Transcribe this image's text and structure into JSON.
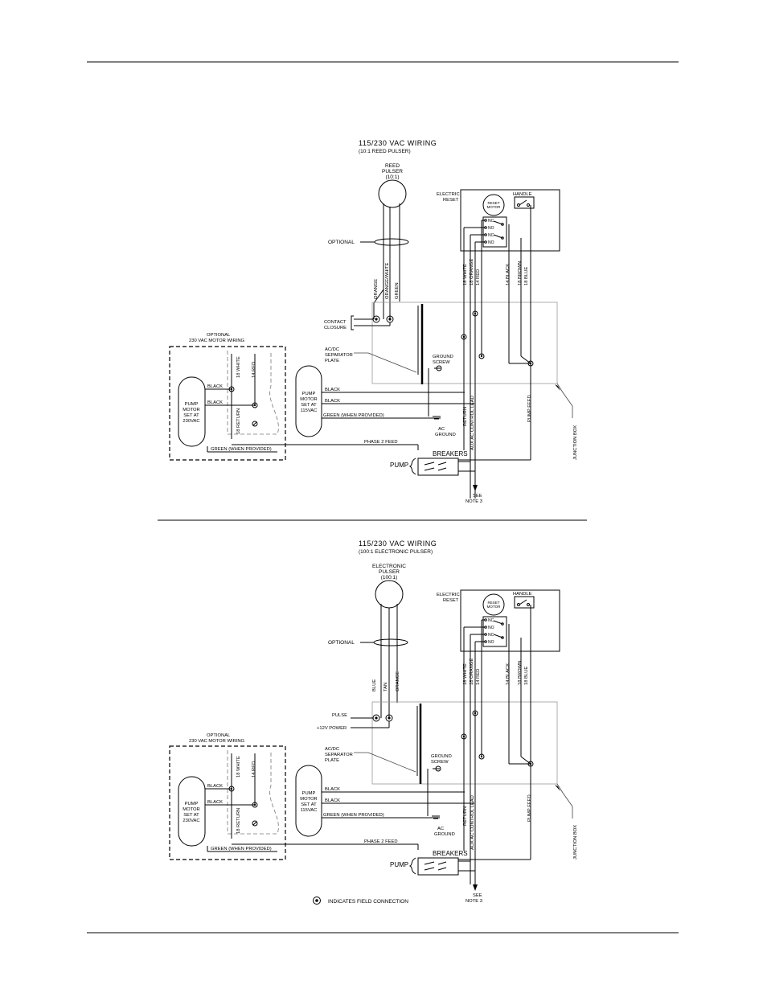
{
  "diagrams": [
    {
      "title": "115/230 VAC WIRING",
      "subtitle": "(10:1 REED PULSER)",
      "pulser": [
        "REED",
        "PULSER",
        "(10:1)"
      ],
      "field_labels": [
        "CONTACT",
        "CLOSURE"
      ],
      "conductor_labels": [
        "ORANGE",
        "ORANGE/WHITE",
        "GREEN"
      ]
    },
    {
      "title": "115/230 VAC WIRING",
      "subtitle": "(100:1 ELECTRONIC PULSER)",
      "pulser": [
        "ELECTRONIC",
        "PULSER",
        "(100:1)"
      ],
      "field_labels": [
        "PULSE",
        "+12V POWER"
      ],
      "conductor_labels": [
        "BLUE",
        "TAN",
        "ORANGE"
      ]
    }
  ],
  "common": {
    "electric_reset": [
      "ELECTRIC",
      "RESET"
    ],
    "reset_motor": [
      "RESET",
      "MOTOR"
    ],
    "handle": "HANDLE",
    "contacts": [
      "NC",
      "NO",
      "NC",
      "NO"
    ],
    "wires": [
      "18 WHITE",
      "18 ORANGE",
      "14 RED",
      "14 BLACK",
      "18 BROWN",
      "18 BLUE"
    ],
    "optional": "OPTIONAL",
    "separator": [
      "AC/DC",
      "SEPARATOR",
      "PLATE"
    ],
    "ground_screw": [
      "GROUND",
      "SCREW"
    ],
    "ac_ground": [
      "AC",
      "GROUND"
    ],
    "pump_motor_115": [
      "PUMP",
      "MOTOR",
      "SET AT",
      "115VAC"
    ],
    "black": "BLACK",
    "green_when_provided": "GREEN (WHEN PROVIDED)",
    "optional_230": [
      "OPTIONAL",
      "230 VAC MOTOR WIRING"
    ],
    "pump_motor_230": [
      "PUMP",
      "MOTOR",
      "SET AT",
      "230VAC"
    ],
    "w18_white": "18 WHITE",
    "w14_red": "14 RED",
    "w18_return": "18 RETURN",
    "phase2": "PHASE 2 FEED",
    "return": "RETURN",
    "aux": "AUX AC CONTROL LEAD",
    "pump_feed": "PUMP FEED",
    "junction_box": "JUNCTION BOX",
    "breakers": "BREAKERS",
    "pump": "PUMP",
    "see_note": [
      "SEE",
      "NOTE 3"
    ]
  },
  "legend": "INDICATES FIELD CONNECTION"
}
